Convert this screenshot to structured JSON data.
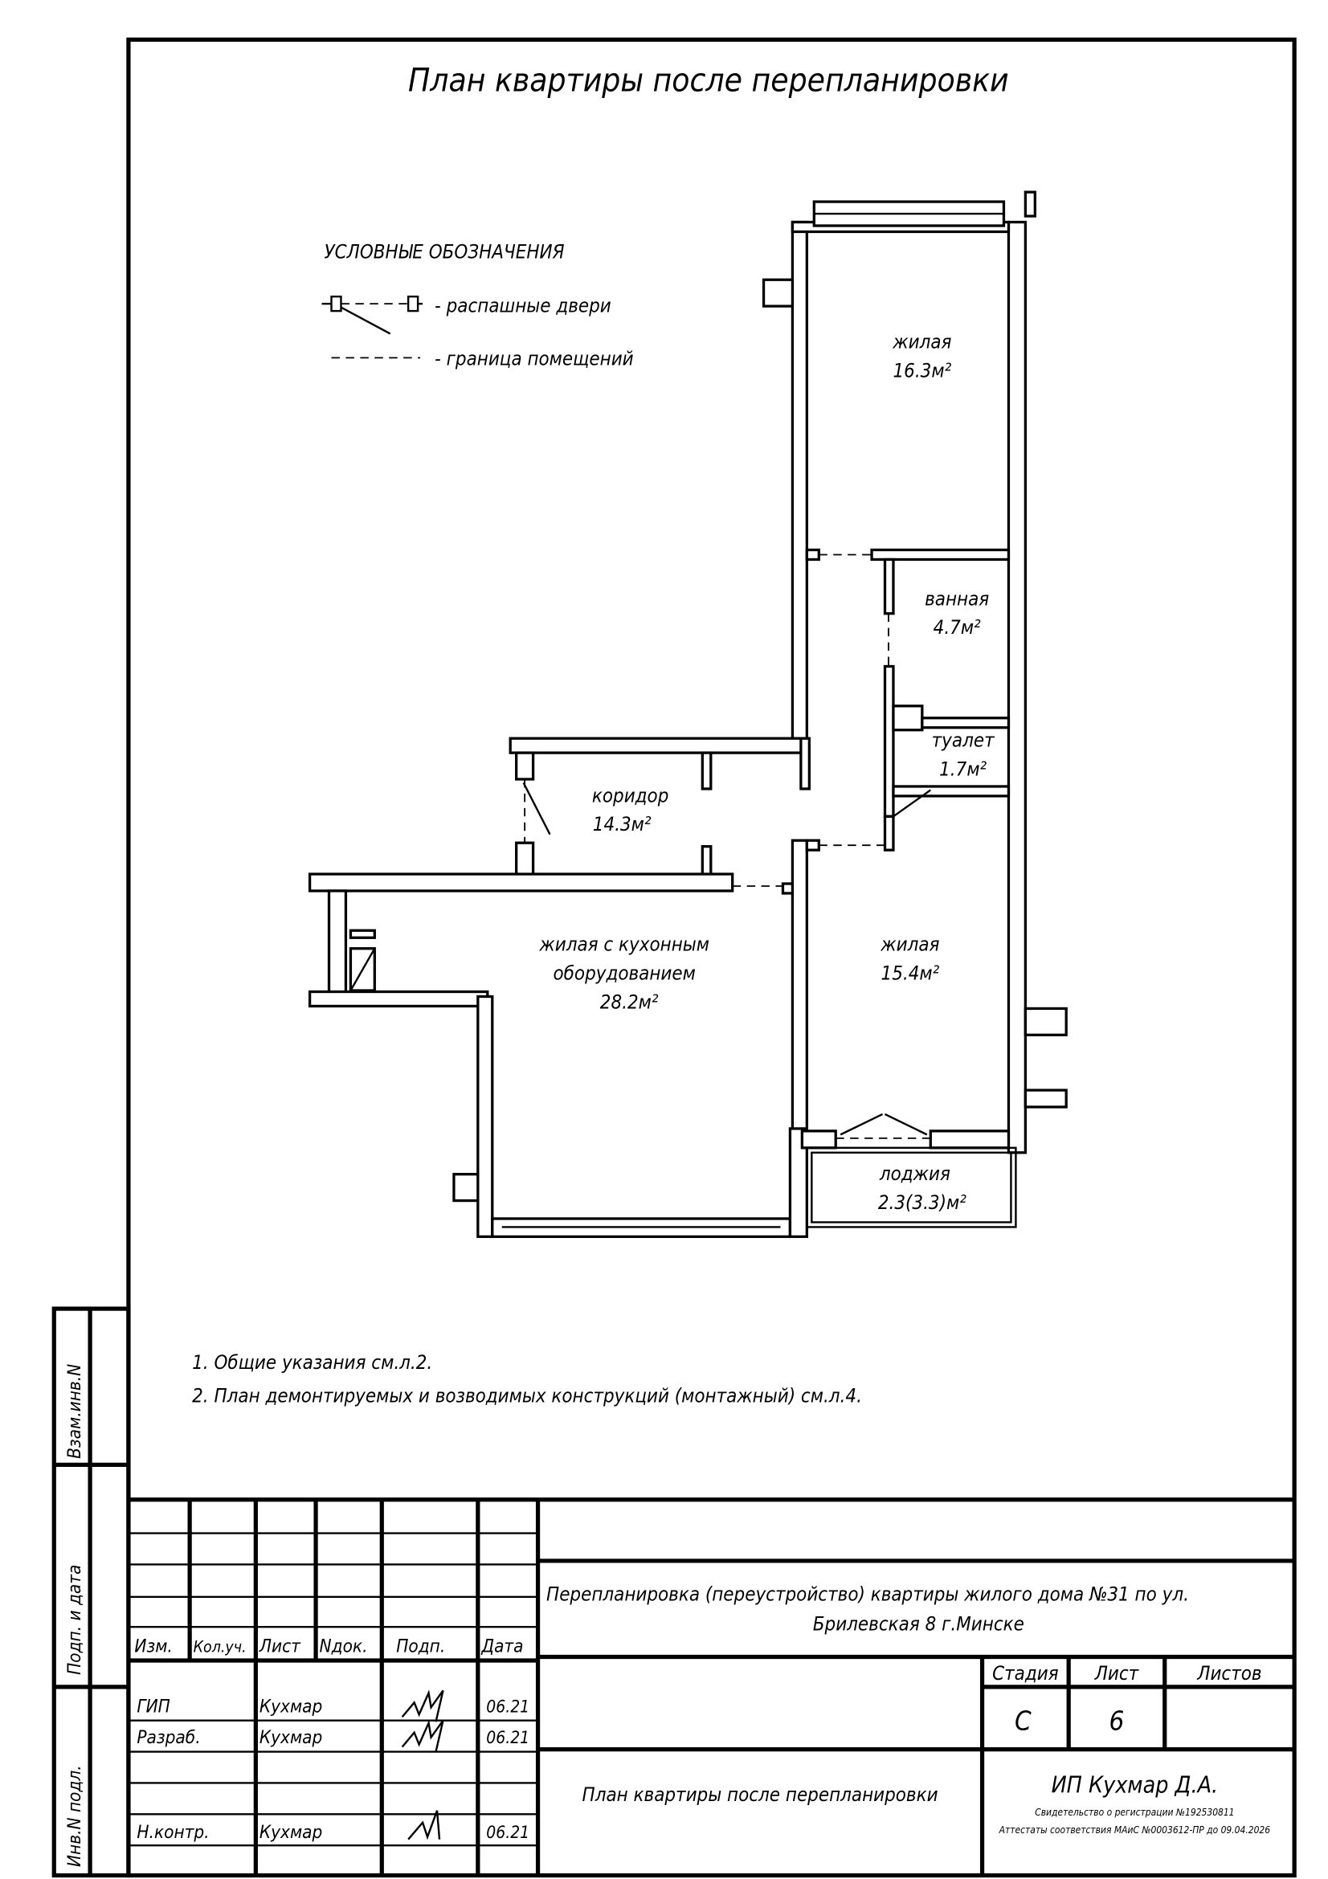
{
  "title": "План квартиры после перепланировки",
  "legend": {
    "heading": "УСЛОВНЫЕ ОБОЗНАЧЕНИЯ",
    "items": [
      {
        "icon": "swing-door-icon",
        "label": "- распашные двери"
      },
      {
        "icon": "dashed-line-icon",
        "label": "- граница помещений"
      }
    ]
  },
  "rooms": [
    {
      "name": "жилая",
      "area": "16.3м²"
    },
    {
      "name": "ванная",
      "area": "4.7м²"
    },
    {
      "name": "туалет",
      "area": "1.7м²"
    },
    {
      "name": "коридор",
      "area": "14.3м²"
    },
    {
      "name": "жилая с кухонным",
      "name2": "оборудованием",
      "area": "28.2м²"
    },
    {
      "name": "жилая",
      "area": "15.4м²"
    },
    {
      "name": "лоджия",
      "area": "2.3(3.3)м²"
    }
  ],
  "notes": [
    "1.  Общие указания см.л.2.",
    "2.  План демонтируемых и возводимых конструкций (монтажный) см.л.4."
  ],
  "side_stamp": [
    "Взам.инв.N",
    "Подп. и дата",
    "Инв.N подл."
  ],
  "title_block": {
    "headers": [
      "Изм.",
      "Кол.уч.",
      "Лист",
      "Nдок.",
      "Подп.",
      "Дата"
    ],
    "people": [
      {
        "role": "ГИП",
        "name": "Кухмар",
        "date": "06.21"
      },
      {
        "role": "Разраб.",
        "name": "Кухмар",
        "date": "06.21"
      },
      {
        "role": "Н.контр.",
        "name": "Кухмар",
        "date": "06.21"
      }
    ],
    "project_line1": "Перепланировка (переустройство) квартиры        жилого дома №31 по ул.",
    "project_line2": "Брилевская 8 г.Минске",
    "sheet_title": "План квартиры после перепланировки",
    "stage_label": "Стадия",
    "sheet_label": "Лист",
    "sheets_label": "Листов",
    "stage": "С",
    "sheet": "6",
    "sheets": "",
    "company": "ИП Кухмар Д.А.",
    "reg": "Свидетельство о регистрации №192530811",
    "cert": "Аттестаты соответствия МАиС №0003612-ПР до 09.04.2026"
  }
}
